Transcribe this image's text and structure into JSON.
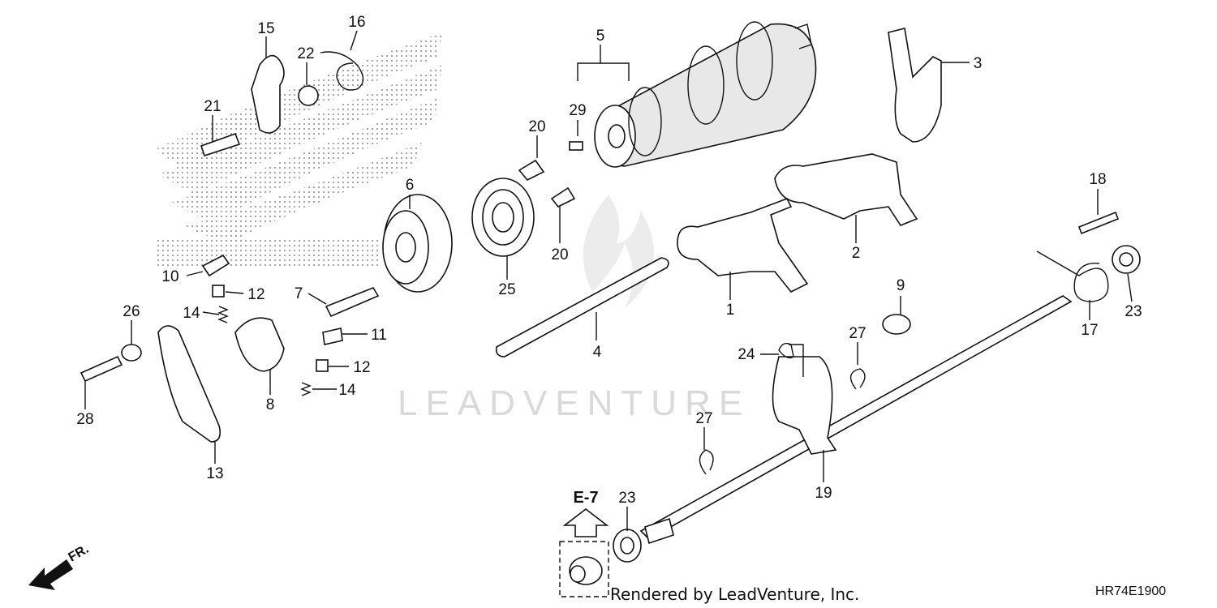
{
  "diagram": {
    "watermark": "LEADVENTURE",
    "credit": "Rendered by LeadVenture, Inc.",
    "diagram_code": "HR74E1900",
    "reference": "E-7",
    "direction_label": "FR.",
    "callouts": {
      "c1": "1",
      "c2": "2",
      "c3": "3",
      "c4": "4",
      "c5": "5",
      "c6": "6",
      "c7": "7",
      "c8": "8",
      "c9": "9",
      "c10": "10",
      "c11": "11",
      "c12a": "12",
      "c12b": "12",
      "c13": "13",
      "c14a": "14",
      "c14b": "14",
      "c15": "15",
      "c16": "16",
      "c17": "17",
      "c18": "18",
      "c19": "19",
      "c20a": "20",
      "c20b": "20",
      "c21": "21",
      "c22": "22",
      "c23a": "23",
      "c23b": "23",
      "c24": "24",
      "c25": "25",
      "c26": "26",
      "c27a": "27",
      "c27b": "27",
      "c28": "28",
      "c29": "29"
    }
  }
}
